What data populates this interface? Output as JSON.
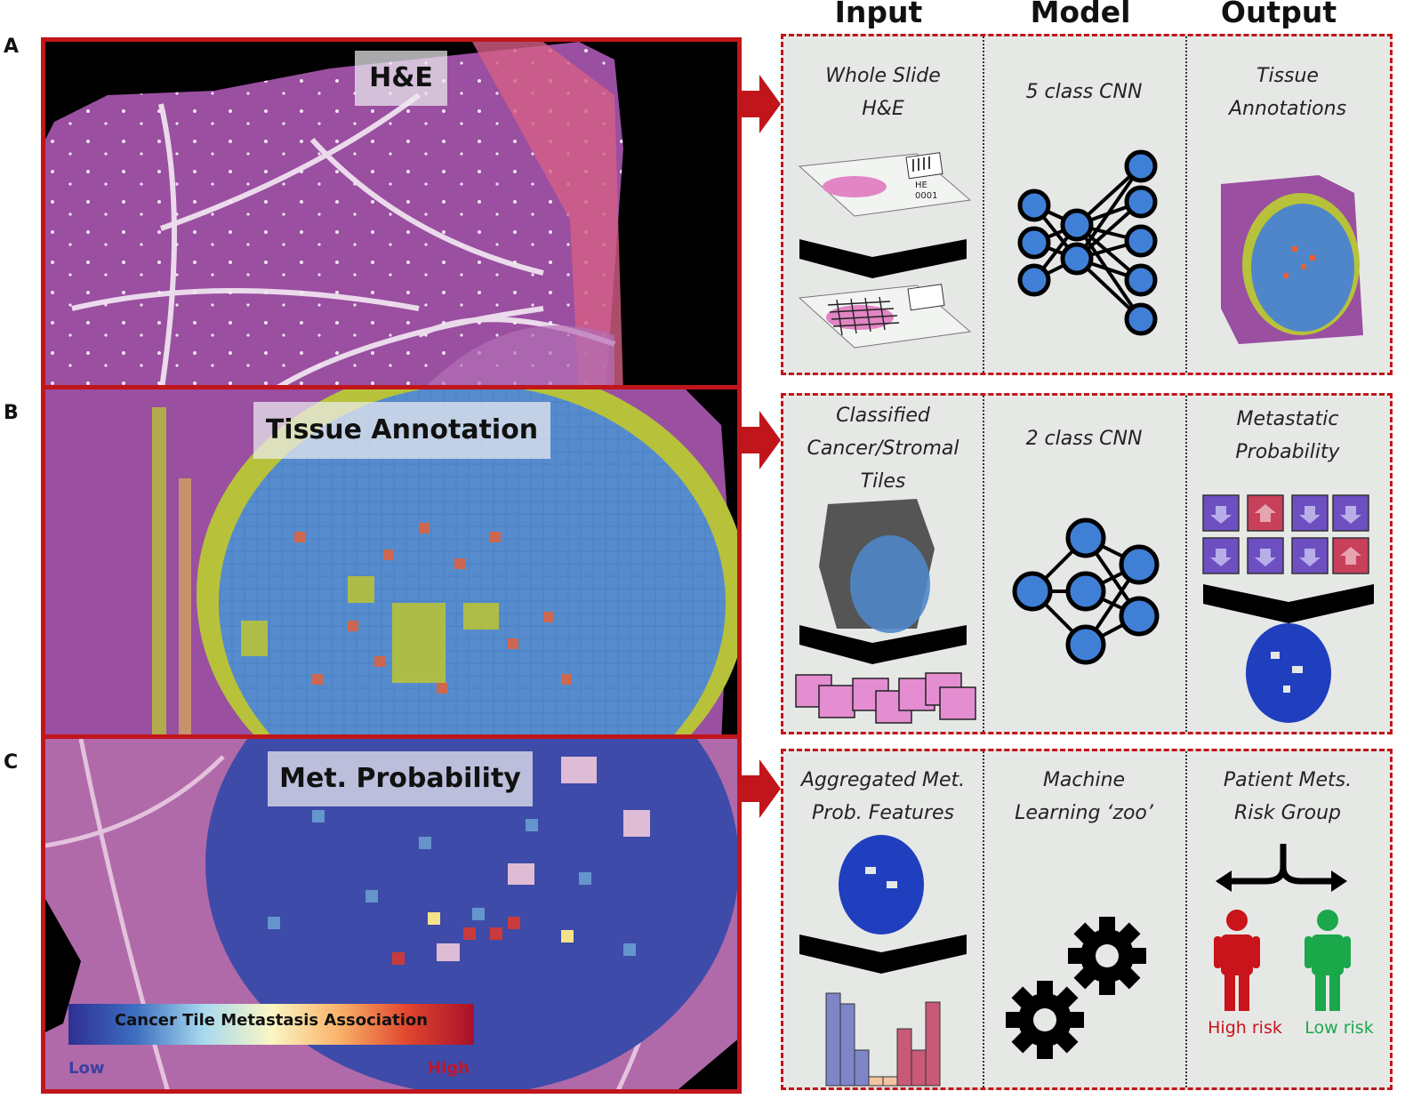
{
  "columns": {
    "input": "Input",
    "model": "Model",
    "output": "Output"
  },
  "rows": [
    {
      "letter": "A",
      "image_label": "H&E",
      "input_caption": "Whole Slide\nH&E",
      "model_caption": "5 class CNN",
      "output_caption": "Tissue\nAnnotations",
      "slide_text_line1": "HE",
      "slide_text_line2": "0001"
    },
    {
      "letter": "B",
      "image_label": "Tissue Annotation",
      "input_caption": "Classified\nCancer/Stromal\nTiles",
      "model_caption": "2 class CNN",
      "output_caption": "Metastatic\nProbability"
    },
    {
      "letter": "C",
      "image_label": "Met. Probability",
      "input_caption": "Aggregated Met.\nProb. Features",
      "model_caption": "Machine\nLearning ‘zoo’",
      "output_caption": "Patient Mets.\nRisk Group",
      "colorbar_title": "Cancer Tile Metastasis Association",
      "colorbar_low": "Low",
      "colorbar_high": "High",
      "high_risk": "High risk",
      "low_risk": "Low risk"
    }
  ],
  "colors": {
    "frame": "#c0161b",
    "he": "#9a4fa0",
    "tumor": "#4f86c9",
    "stroma": "#b7c23a",
    "high_risk": "#c8141a",
    "low_risk": "#1aa84a",
    "node": "#3f7fd6"
  }
}
